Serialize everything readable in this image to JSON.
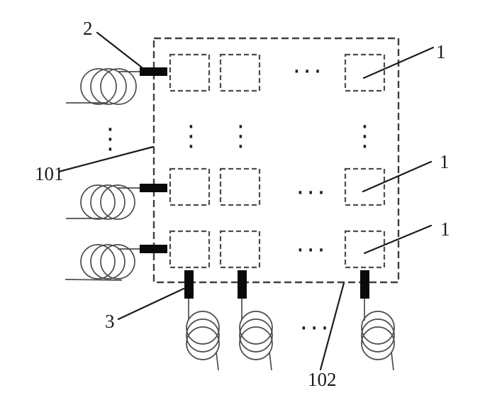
{
  "colors": {
    "background": "#ffffff",
    "line": "#3f3f3f",
    "line_light": "#4d4d4d",
    "connector_fill": "#0a0a0a",
    "label": "#1b1b1b"
  },
  "callouts": {
    "input_coupler": "2",
    "unit_cell_row1": "1",
    "panel": "101",
    "unit_cell_row2": "1",
    "unit_cell_row3": "1",
    "output_coupler": "3",
    "panel_output_edge": "102"
  },
  "symbols": {
    "h_ellipsis": "···",
    "v_ellipsis": "·\n·\n·"
  }
}
